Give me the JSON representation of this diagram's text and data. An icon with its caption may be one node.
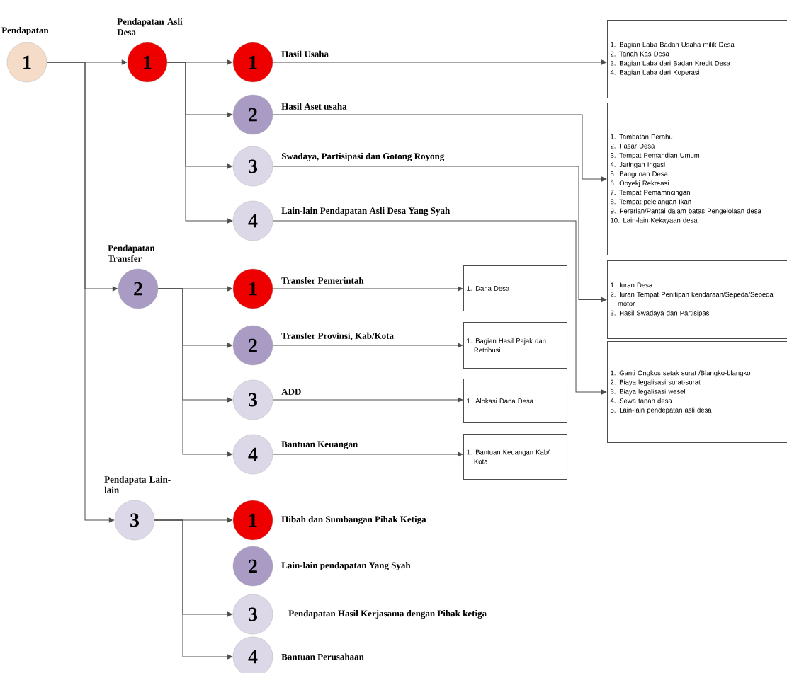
{
  "diagram": {
    "nodes": [
      {
        "text": [
          "1"
        ],
        "beside": [
          "Pendapatan"
        ]
      },
      {
        "text": [
          "1"
        ],
        "beside": [
          "Pendapatan Asli Desa"
        ]
      },
      {
        "text": [
          "1"
        ],
        "beside": [
          "Hasil Usaha"
        ]
      },
      {
        "text": [
          "2"
        ],
        "beside": [
          "Hasil Aset usaha"
        ]
      },
      {
        "text": [
          "3"
        ],
        "beside": [
          "Swadaya, Partisipasi dan Gotong Royong"
        ]
      },
      {
        "text": [
          "4"
        ],
        "beside": [
          "Lain-lain Pendapatan Asli Desa Yang Syah"
        ]
      },
      {
        "text": [
          "1. Bagian Laba Badan Usaha milik Desa",
          "2. Tanah Kas Desa",
          "3. Bagian Laba dari Badan Kredit Desa",
          "4. Bagian Laba dari Koperasi"
        ]
      },
      {
        "text": [
          "1. Tambatan Perahu",
          "2. Pasar Desa",
          "3. Tempat Pemandian Umum",
          "4. Jaringan Irigasi",
          "5. Bangunan Desa",
          "6. Obyekj Rekreasi",
          "7. Tempat Pemamncingan",
          "8. Tempat pelelangan Ikan",
          "9. Perarian/Pantai dalam batas Pengelolaan desa",
          "10. Lain-lain Kekayaan desa"
        ]
      },
      {
        "text": [
          "1. Iuran Desa",
          "2. Iuran Tempat Penitipan kendaraan/Sepeda/Sepeda motor",
          "3. Hasil Swadaya dan Partisipasi"
        ]
      },
      {
        "text": [
          "1. Ganti Ongkos setak surat /Blangko-blangko",
          "2. Biaya legalisasi surat-surat",
          "3. Biaya legalisasi wesel",
          "4. Sewa tanah desa",
          "5. Lain-lain pendepatan asli desa"
        ]
      },
      {
        "text": [
          "2"
        ],
        "beside": [
          "Pendapatan Transfer"
        ]
      },
      {
        "text": [
          "1"
        ],
        "beside": [
          "Transfer Pemerintah"
        ]
      },
      {
        "text": [
          "2"
        ],
        "beside": [
          "Transfer Provinsi, Kab/Kota"
        ]
      },
      {
        "text": [
          "3"
        ],
        "beside": [
          "ADD"
        ]
      },
      {
        "text": [
          "4"
        ],
        "beside": [
          "Bantuan Keuangan"
        ]
      },
      {
        "text": [
          "1. Dana Desa"
        ]
      },
      {
        "text": [
          "1. Bagian Hasil Pajak dan Retribusi"
        ]
      },
      {
        "text": [
          "1. Alokasi Dana Desa"
        ]
      },
      {
        "text": [
          "1. Bantuan Keuangan Kab/ Kota"
        ]
      },
      {
        "text": [
          "3"
        ],
        "beside": [
          "Pendapata Lain-lain"
        ]
      },
      {
        "text": [
          "1"
        ],
        "beside": [
          "Hibah dan Sumbangan Pihak Ketiga"
        ]
      },
      {
        "text": [
          "2"
        ],
        "beside": [
          "Lain-lain pendapatan Yang Syah"
        ]
      },
      {
        "text": [
          "3"
        ],
        "beside": [
          "Pendapatan Hasil Kerjasama dengan Pihak ketiga"
        ]
      },
      {
        "text": [
          "4"
        ],
        "beside": [
          "Bantuan Perusahaan"
        ]
      }
    ],
    "edges": [
      {
        "from": 0,
        "to": 1,
        "arrow": "to"
      },
      {
        "from": 0,
        "to": 10,
        "arrow": "to"
      },
      {
        "from": 0,
        "to": 19,
        "arrow": "to"
      },
      {
        "from": 1,
        "to": 2,
        "arrow": "to"
      },
      {
        "from": 1,
        "to": 3,
        "arrow": "to"
      },
      {
        "from": 1,
        "to": 4,
        "arrow": "to"
      },
      {
        "from": 1,
        "to": 5,
        "arrow": "to"
      },
      {
        "from": 2,
        "to": 6,
        "arrow": "to"
      },
      {
        "from": 3,
        "to": 7,
        "arrow": "to"
      },
      {
        "from": 4,
        "to": 8,
        "arrow": "to"
      },
      {
        "from": 5,
        "to": 9,
        "arrow": "to"
      },
      {
        "from": 10,
        "to": 11,
        "arrow": "to"
      },
      {
        "from": 10,
        "to": 12,
        "arrow": "to"
      },
      {
        "from": 10,
        "to": 13,
        "arrow": "to"
      },
      {
        "from": 10,
        "to": 14,
        "arrow": "to"
      },
      {
        "from": 11,
        "to": 15,
        "arrow": "to"
      },
      {
        "from": 12,
        "to": 16,
        "arrow": "to"
      },
      {
        "from": 13,
        "to": 17,
        "arrow": "to"
      },
      {
        "from": 14,
        "to": 18,
        "arrow": "to"
      },
      {
        "from": 19,
        "to": 20,
        "arrow": "to"
      },
      {
        "from": 19,
        "to": 22,
        "arrow": "to"
      },
      {
        "from": 19,
        "to": 23,
        "arrow": "to"
      }
    ]
  }
}
